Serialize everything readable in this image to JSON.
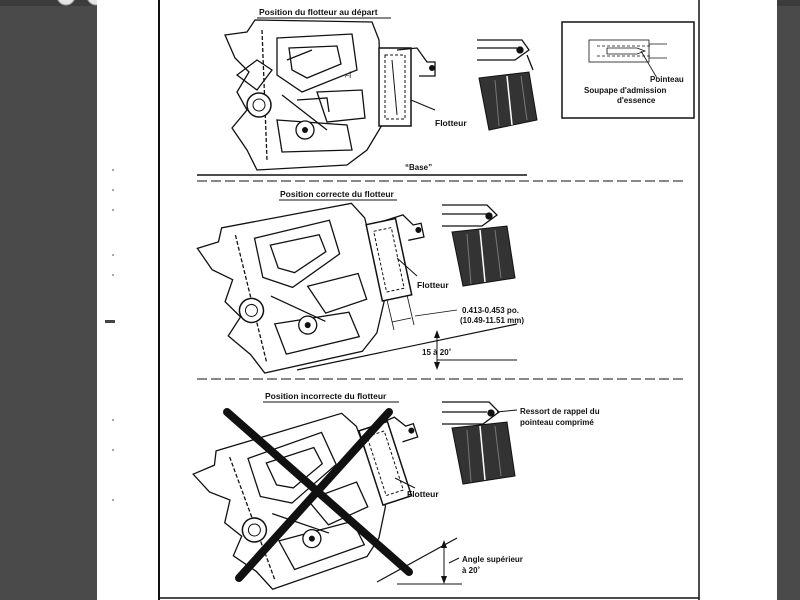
{
  "viewer": {
    "top_toolbar": [
      "circle-button",
      "circle-button",
      "text-box"
    ]
  },
  "panels": {
    "start": {
      "caption": "Position du flotteur au départ",
      "float_label": "Flotteur",
      "base_label": "“Base”",
      "inset": {
        "needle_label": "Pointeau",
        "valve_label_line1": "Soupape d'admission",
        "valve_label_line2": "d'essence"
      }
    },
    "correct": {
      "caption": "Position correcte du flotteur",
      "float_label": "Flotteur",
      "measure_line1": "0.413-0.453 po.",
      "measure_line2": "(10.49-11.51 mm)",
      "angle_label": "15 à 20˚"
    },
    "incorrect": {
      "caption": "Position incorrecte du flotteur",
      "float_label": "Flotteur",
      "spring_line1": "Ressort de rappel du",
      "spring_line2": "pointeau comprimé",
      "angle_line1": "Angle supérieur",
      "angle_line2": "à 20˚"
    }
  }
}
